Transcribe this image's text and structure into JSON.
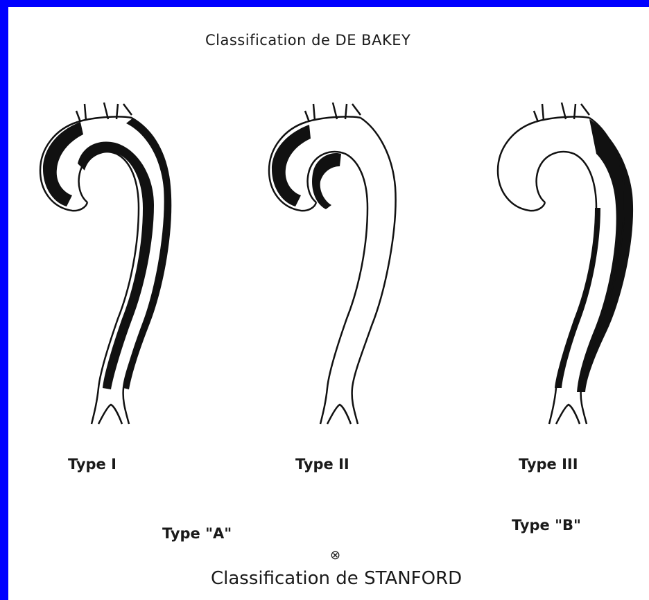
{
  "frame": {
    "background_color": "#0000ff",
    "panel_color": "#ffffff"
  },
  "diagram": {
    "title": "Classification de DE BAKEY",
    "types": [
      {
        "label": "Type I"
      },
      {
        "label": "Type II"
      },
      {
        "label": "Type III"
      }
    ],
    "stanford_types": [
      {
        "label": "Type \"A\""
      },
      {
        "label": "Type \"B\""
      }
    ],
    "symbol": "⊗",
    "footer": "Classification de STANFORD"
  }
}
